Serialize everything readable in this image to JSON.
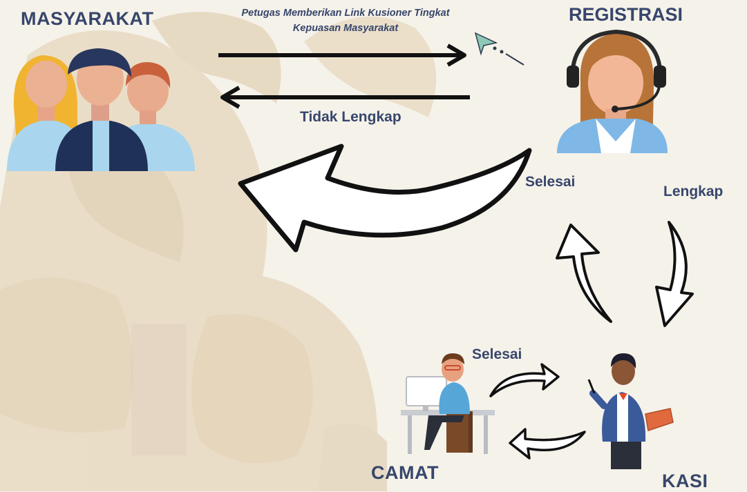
{
  "actors": {
    "masyarakat": "MASYARAKAT",
    "registrasi": "REGISTRASI",
    "camat": "CAMAT",
    "kasi": "KASI"
  },
  "flows": {
    "kuesioner_note_line1": "Petugas Memberikan Link Kusioner Tingkat",
    "kuesioner_note_line2": "Kepuasan Masyarakat",
    "tidak_lengkap": "Tidak Lengkap",
    "selesai_registrasi": "Selesai",
    "lengkap": "Lengkap",
    "selesai_camat": "Selesai"
  },
  "colors": {
    "text": "#37466b",
    "background": "#f3efe6",
    "statue": "#c8a46a",
    "arrow": "#111111",
    "accent_teal": "#6fb5a8"
  }
}
